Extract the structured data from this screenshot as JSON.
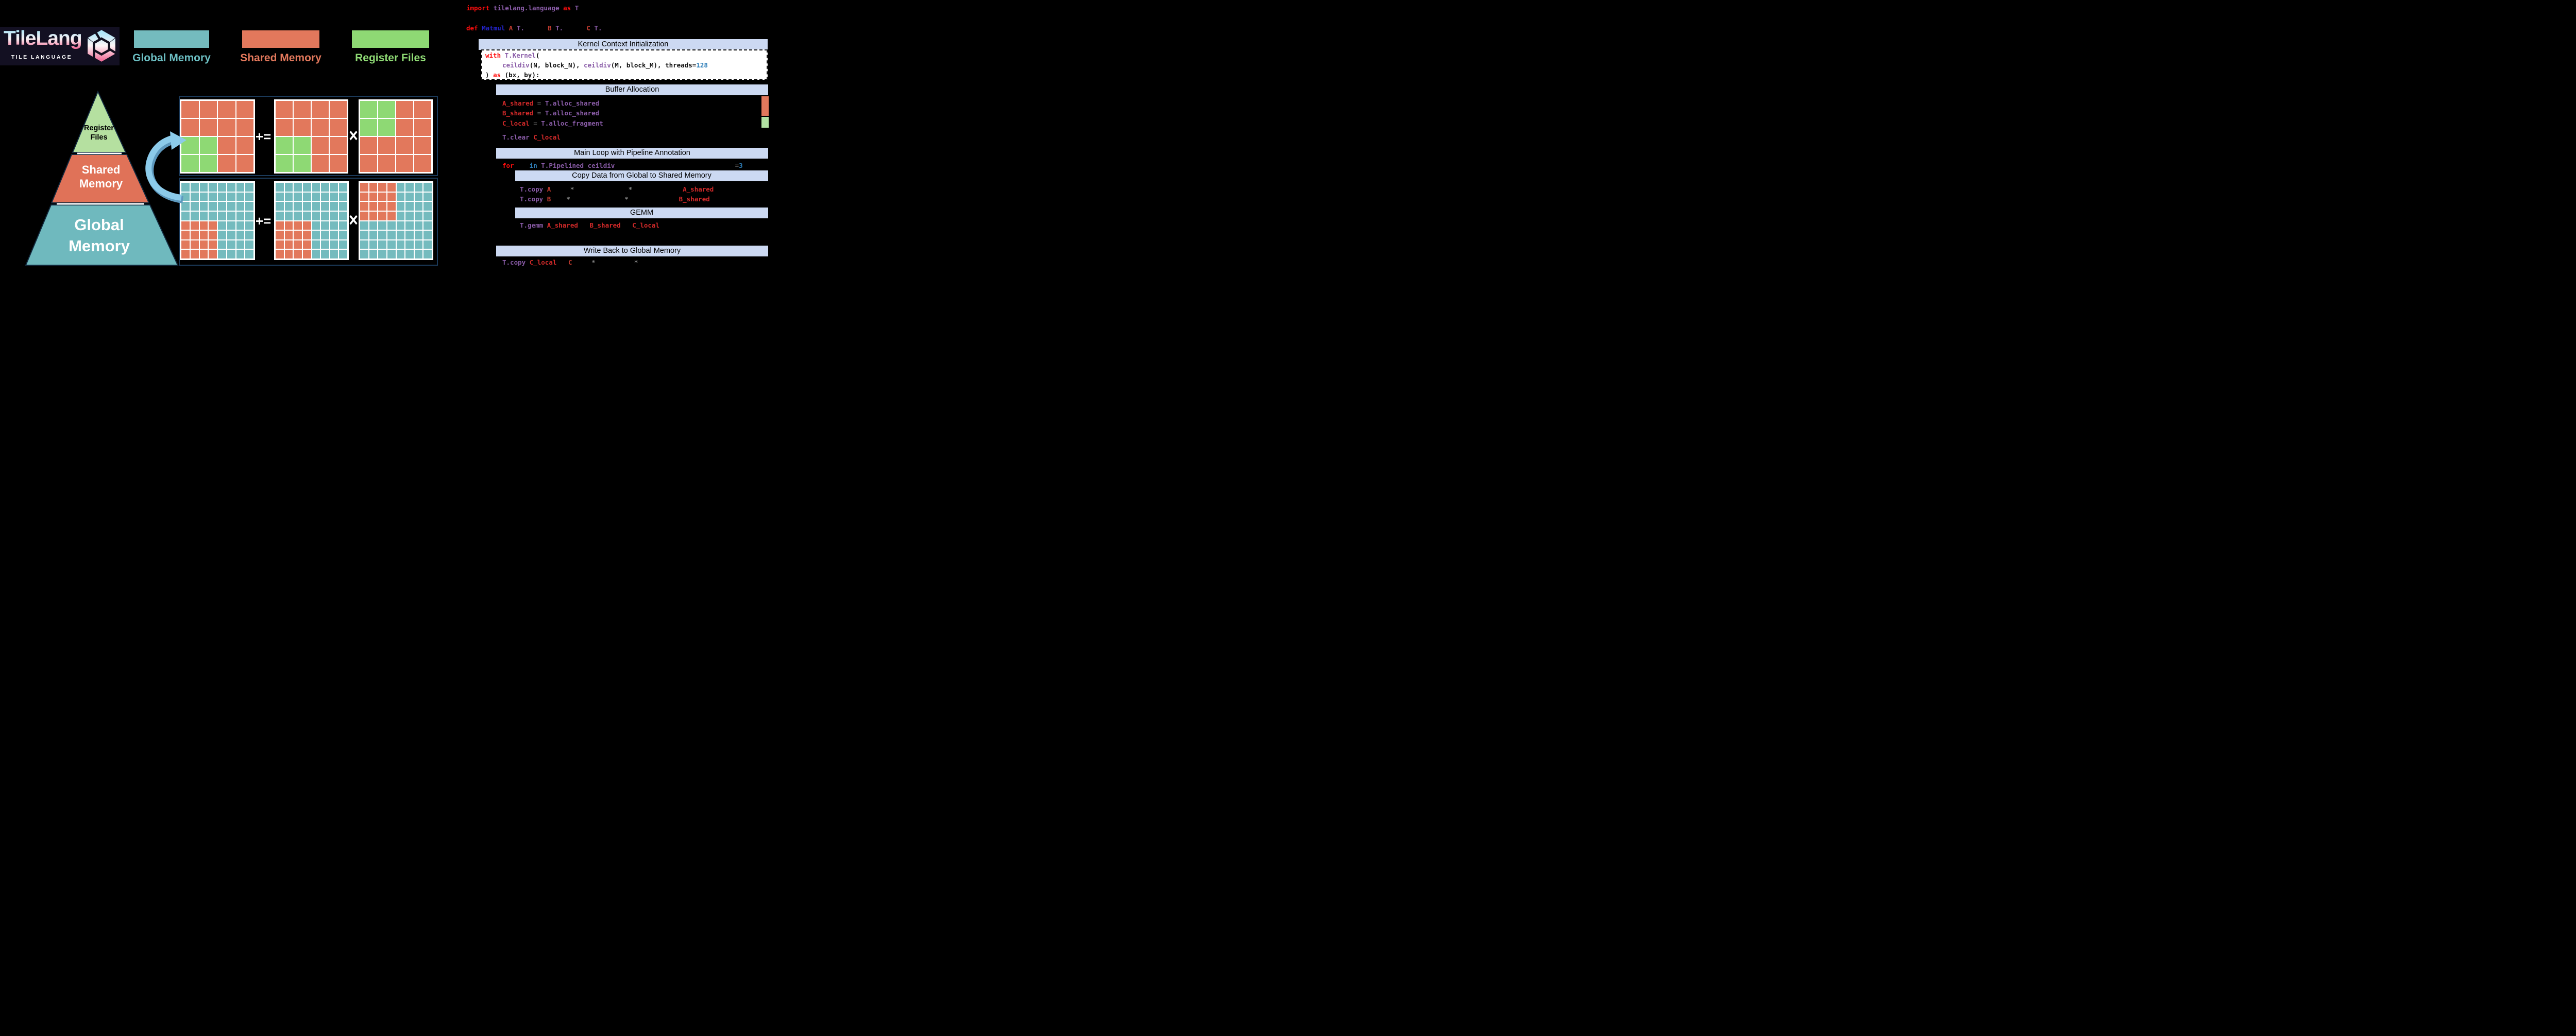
{
  "colors": {
    "background": "#000000",
    "banner_bg": "#CCD9F2",
    "box_border": "#1B3A5A",
    "cells": {
      "t": "#74BBBE",
      "o": "#E2785C",
      "g": "#8ED974"
    },
    "pyramid": {
      "register": "#B5E0A0",
      "shared": "#E07258",
      "global": "#6FB9BE",
      "outline": "#12293E"
    },
    "arrow": {
      "main": "#8CCBEA",
      "shade": "#5E99BE"
    },
    "logo": {
      "bg": "#131022",
      "gradient_top": "#AEE6F8",
      "gradient_bottom": "#F0719B"
    },
    "code": {
      "kw": "#FF0D0D",
      "pur": "#8A5CA8",
      "fn": "#2424CC",
      "arg": "#C13B2F",
      "var": "#D42A2A",
      "num": "#2E7EB8",
      "eq": "#4D4D4D",
      "star": "#808080",
      "blk": "#111111",
      "sp": "#000000"
    }
  },
  "logo": {
    "title": "TileLang",
    "subtitle": "TILE LANGUAGE",
    "cube_icon": "tilelang-cube"
  },
  "legend": [
    {
      "label": "Global Memory",
      "color": "#74BBBE"
    },
    {
      "label": "Shared Memory",
      "color": "#E2785C"
    },
    {
      "label": "Register Files",
      "color": "#8ED974"
    }
  ],
  "pyramid": {
    "levels": [
      {
        "label": "Register Files",
        "color": "#B5E0A0"
      },
      {
        "label": "Shared Memory",
        "color": "#E07258"
      },
      {
        "label": "Global Memory",
        "color": "#6FB9BE"
      }
    ]
  },
  "ops": {
    "plus_eq": "+=",
    "times": "×"
  },
  "grids": {
    "top": [
      [
        "oooo",
        "oooo",
        "ggoo",
        "ggoo"
      ],
      [
        "oooo",
        "oooo",
        "ggoo",
        "ggoo"
      ],
      [
        "ggoo",
        "ggoo",
        "oooo",
        "oooo"
      ]
    ],
    "bottom": [
      [
        "tttttttt",
        "tttttttt",
        "tttttttt",
        "tttttttt",
        "ooootttt",
        "ooootttt",
        "ooootttt",
        "ooootttt"
      ],
      [
        "tttttttt",
        "tttttttt",
        "tttttttt",
        "tttttttt",
        "ooootttt",
        "ooootttt",
        "ooootttt",
        "ooootttt"
      ],
      [
        "ooootttt",
        "ooootttt",
        "ooootttt",
        "ooootttt",
        "tttttttt",
        "tttttttt",
        "tttttttt",
        "tttttttt"
      ]
    ]
  },
  "buffer_bars": [
    {
      "name": "shared-memory-usage",
      "color": "#E2785C"
    },
    {
      "name": "register-file-usage",
      "color": "#B2E2A3"
    }
  ],
  "sections": {
    "kernel": {
      "title": "Kernel Context Initialization"
    },
    "buffer": {
      "title": "Buffer Allocation"
    },
    "mainloop": {
      "title": "Main Loop with Pipeline Annotation"
    },
    "copy": {
      "title": "Copy Data from Global to Shared Memory"
    },
    "gemm": {
      "title": "GEMM"
    },
    "writeback": {
      "title": "Write Back to Global Memory"
    }
  },
  "code": {
    "import_line": [
      [
        "kw",
        "import"
      ],
      [
        "sp",
        " "
      ],
      [
        "pur",
        "tilelang.language"
      ],
      [
        "sp",
        " "
      ],
      [
        "kw",
        "as"
      ],
      [
        "sp",
        " "
      ],
      [
        "pur",
        "T"
      ]
    ],
    "def_line": [
      [
        "kw",
        "def"
      ],
      [
        "sp",
        " "
      ],
      [
        "fn",
        "Matmul"
      ],
      [
        "sp",
        " "
      ],
      [
        "arg",
        "A"
      ],
      [
        "sp",
        " "
      ],
      [
        "pur",
        "T."
      ],
      [
        "sp",
        "      "
      ],
      [
        "arg",
        "B"
      ],
      [
        "sp",
        " "
      ],
      [
        "pur",
        "T."
      ],
      [
        "sp",
        "      "
      ],
      [
        "arg",
        "C"
      ],
      [
        "sp",
        " "
      ],
      [
        "pur",
        "T."
      ]
    ],
    "kernel_lines": [
      [
        [
          "kw",
          "with"
        ],
        [
          "sp",
          " "
        ],
        [
          "pur",
          "T.Kernel"
        ],
        [
          "blk",
          "("
        ]
      ],
      [
        [
          "pur",
          "ceildiv"
        ],
        [
          "blk",
          "(N, block_N), "
        ],
        [
          "pur",
          "ceildiv"
        ],
        [
          "blk",
          "(M, block_M), threads"
        ],
        [
          "eq",
          "="
        ],
        [
          "num",
          "128"
        ]
      ],
      [
        [
          "blk",
          ") "
        ],
        [
          "kw",
          "as"
        ],
        [
          "blk",
          " (bx, by):"
        ]
      ]
    ],
    "buffer_lines": [
      [
        [
          "var",
          "A_shared"
        ],
        [
          "sp",
          " "
        ],
        [
          "eq",
          "="
        ],
        [
          "sp",
          " "
        ],
        [
          "pur",
          "T.alloc_shared"
        ]
      ],
      [
        [
          "var",
          "B_shared"
        ],
        [
          "sp",
          " "
        ],
        [
          "eq",
          "="
        ],
        [
          "sp",
          " "
        ],
        [
          "pur",
          "T.alloc_shared"
        ]
      ],
      [
        [
          "var",
          "C_local"
        ],
        [
          "sp",
          " "
        ],
        [
          "eq",
          "="
        ],
        [
          "sp",
          " "
        ],
        [
          "pur",
          "T.alloc_fragment"
        ]
      ]
    ],
    "clear_line": [
      [
        "pur",
        "T.clear"
      ],
      [
        "sp",
        " "
      ],
      [
        "var",
        "C_local"
      ]
    ],
    "for_line": [
      [
        "kw",
        "for"
      ],
      [
        "sp",
        "    "
      ],
      [
        "num",
        "in"
      ],
      [
        "sp",
        " "
      ],
      [
        "pur",
        "T.Pipelined"
      ],
      [
        "sp",
        " "
      ],
      [
        "pur",
        "ceildiv"
      ],
      [
        "sp",
        "                               "
      ],
      [
        "eq",
        "="
      ],
      [
        "num",
        "3"
      ]
    ],
    "copy_lines": [
      [
        [
          "pur",
          "T.copy"
        ],
        [
          "sp",
          " "
        ],
        [
          "arg",
          "A"
        ],
        [
          "sp",
          "     "
        ],
        [
          "star",
          "*"
        ],
        [
          "sp",
          "              "
        ],
        [
          "star",
          "*"
        ],
        [
          "sp",
          "             "
        ],
        [
          "var",
          "A_shared"
        ]
      ],
      [
        [
          "pur",
          "T.copy"
        ],
        [
          "sp",
          " "
        ],
        [
          "arg",
          "B"
        ],
        [
          "sp",
          "    "
        ],
        [
          "star",
          "*"
        ],
        [
          "sp",
          "              "
        ],
        [
          "star",
          "*"
        ],
        [
          "sp",
          "             "
        ],
        [
          "var",
          "B_shared"
        ]
      ]
    ],
    "gemm_line": [
      [
        "pur",
        "T.gemm"
      ],
      [
        "sp",
        " "
      ],
      [
        "var",
        "A_shared"
      ],
      [
        "sp",
        "   "
      ],
      [
        "var",
        "B_shared"
      ],
      [
        "sp",
        "   "
      ],
      [
        "var",
        "C_local"
      ]
    ],
    "writeback_line": [
      [
        "pur",
        "T.copy"
      ],
      [
        "sp",
        " "
      ],
      [
        "var",
        "C_local"
      ],
      [
        "sp",
        "   "
      ],
      [
        "arg",
        "C"
      ],
      [
        "sp",
        "     "
      ],
      [
        "star",
        "*"
      ],
      [
        "sp",
        "          "
      ],
      [
        "star",
        "*"
      ]
    ]
  }
}
